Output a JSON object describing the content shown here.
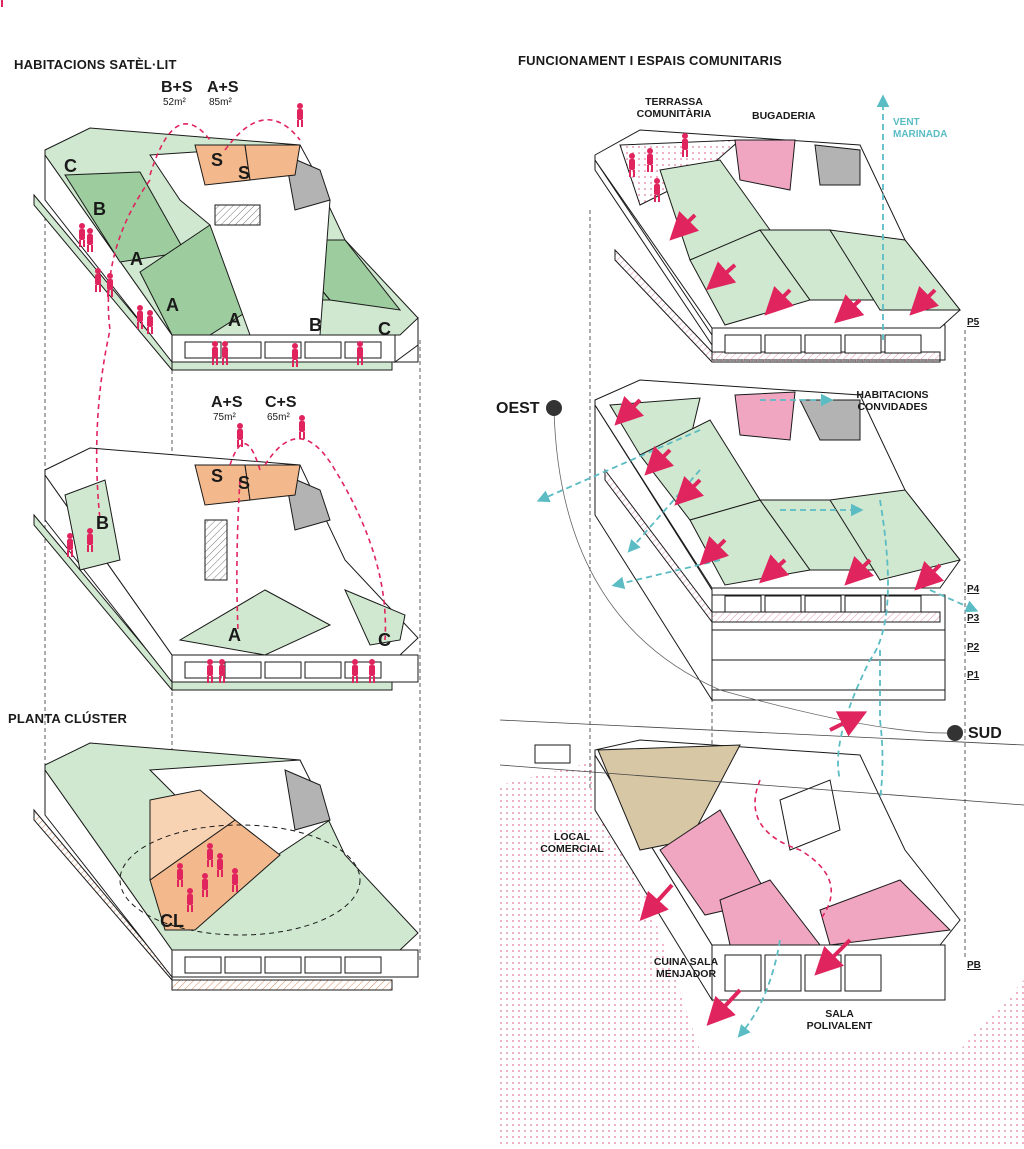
{
  "colors": {
    "green": "#cfe8cf",
    "green_dark": "#9dcc9f",
    "orange": "#f3b98c",
    "orange_light": "#f8d3b3",
    "magenta": "#e0245e",
    "pink": "#f0a6c1",
    "pink_dots": "#f5c6d6",
    "cyan": "#5bbcc4",
    "gray": "#b3b3b3",
    "tan": "#d8c7a5",
    "line": "#1a1a1a"
  },
  "left": {
    "title_satellit": "HABITACIONS SATÈL·LIT",
    "title_cluster": "PLANTA CLÚSTER",
    "top": {
      "group1": {
        "label": "B+S",
        "area": "52m²"
      },
      "group2": {
        "label": "A+S",
        "area": "85m²"
      },
      "units": [
        "C",
        "B",
        "A",
        "A",
        "A",
        "B",
        "C",
        "S",
        "S"
      ]
    },
    "middle": {
      "group1": {
        "label": "A+S",
        "area": "75m²"
      },
      "group2": {
        "label": "C+S",
        "area": "65m²"
      },
      "units": [
        "B",
        "A",
        "C",
        "S",
        "S"
      ]
    },
    "bottom": {
      "units": [
        "CL"
      ]
    }
  },
  "right": {
    "title": "FUNCIONAMENT I ESPAIS COMUNITARIS",
    "labels": {
      "terrassa": "TERRASSA COMUNITÀRIA",
      "bugaderia": "BUGADERIA",
      "vent": "VENT MARINADA",
      "habitacions": "HABITACIONS CONVIDADES",
      "local": "LOCAL COMERCIAL",
      "cuina": "CUINA SALA MENJADOR",
      "sala": "SALA POLIVALENT"
    },
    "compass": {
      "west": "OEST",
      "south": "SUD"
    },
    "floors": [
      "P5",
      "P4",
      "P3",
      "P2",
      "P1",
      "PB"
    ]
  }
}
